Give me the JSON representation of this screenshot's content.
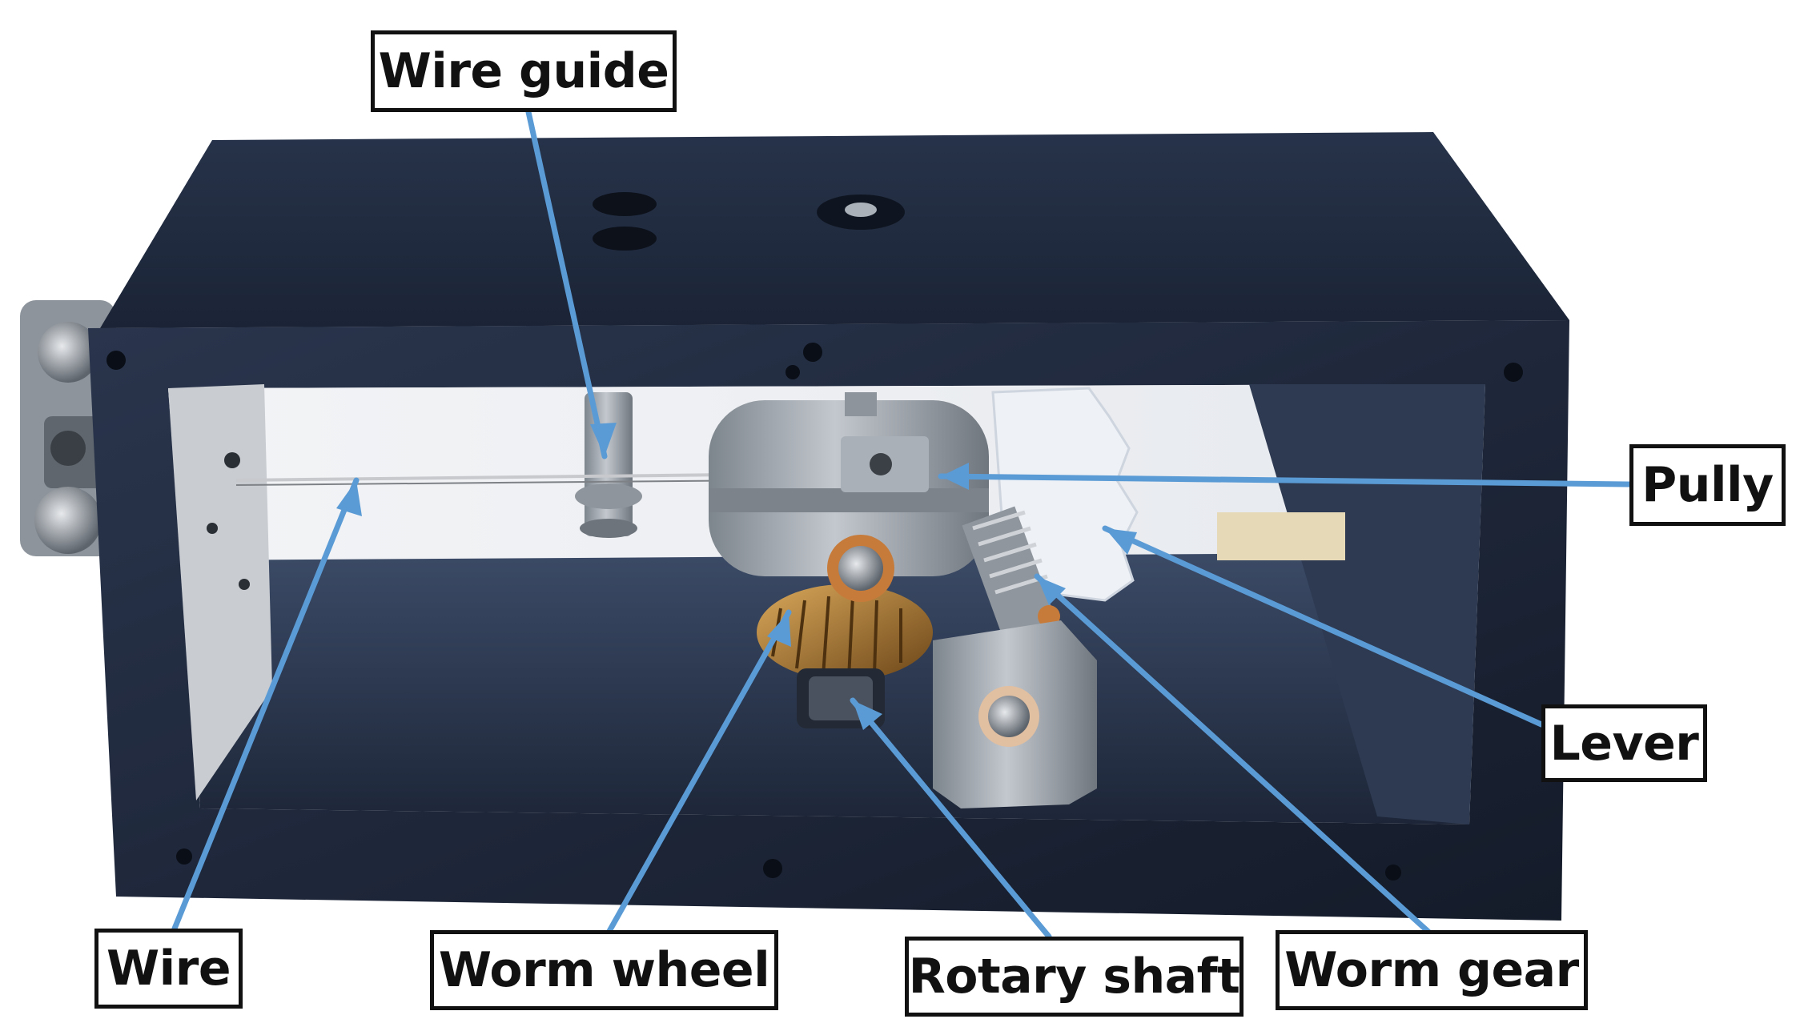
{
  "labels": {
    "wire_guide": "Wire guide",
    "pully": "Pully",
    "lever": "Lever",
    "wire": "Wire",
    "worm_wheel": "Worm wheel",
    "rotary_shaft": "Rotary shaft",
    "worm_gear": "Worm gear"
  },
  "colors": {
    "leader_line": "#5b9bd5",
    "housing": "#1f2a3d",
    "aluminum": "#a9b0b8",
    "brass": "#b8863b"
  }
}
